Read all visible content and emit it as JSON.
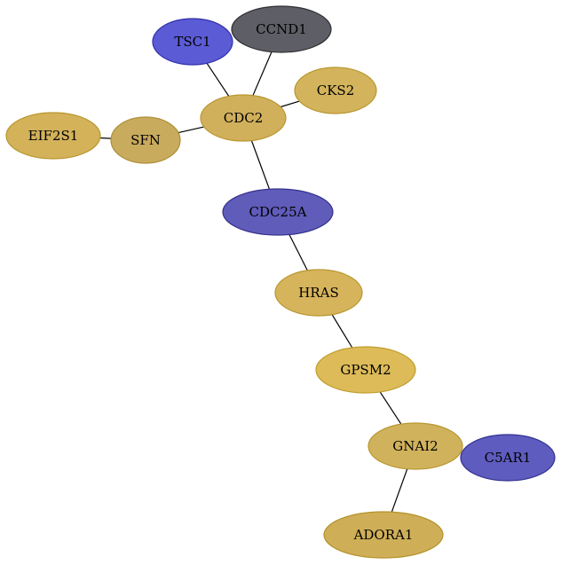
{
  "graph": {
    "nodes": [
      {
        "id": "TSC1",
        "label": "TSC1",
        "fill": "#5b5bd6",
        "stroke": "#3030a8"
      },
      {
        "id": "CCND1",
        "label": "CCND1",
        "fill": "#5e5e66",
        "stroke": "#2e2e33"
      },
      {
        "id": "CKS2",
        "label": "CKS2",
        "fill": "#d3b45c",
        "stroke": "#b8962e"
      },
      {
        "id": "CDC2",
        "label": "CDC2",
        "fill": "#d1b05c",
        "stroke": "#b8962e"
      },
      {
        "id": "EIF2S1",
        "label": "EIF2S1",
        "fill": "#d3b25a",
        "stroke": "#b8962e"
      },
      {
        "id": "SFN",
        "label": "SFN",
        "fill": "#c9ab5e",
        "stroke": "#ad9038"
      },
      {
        "id": "CDC25A",
        "label": "CDC25A",
        "fill": "#5f5cba",
        "stroke": "#34318c"
      },
      {
        "id": "HRAS",
        "label": "HRAS",
        "fill": "#d5b45c",
        "stroke": "#b8962e"
      },
      {
        "id": "GPSM2",
        "label": "GPSM2",
        "fill": "#dcbb58",
        "stroke": "#c09e2c"
      },
      {
        "id": "GNAI2",
        "label": "GNAI2",
        "fill": "#d1b25c",
        "stroke": "#b8962e"
      },
      {
        "id": "C5AR1",
        "label": "C5AR1",
        "fill": "#5e5cbe",
        "stroke": "#33318f"
      },
      {
        "id": "ADORA1",
        "label": "ADORA1",
        "fill": "#cfae58",
        "stroke": "#b3922c"
      }
    ],
    "edges": [
      [
        "TSC1",
        "CDC2"
      ],
      [
        "CCND1",
        "CDC2"
      ],
      [
        "CKS2",
        "CDC2"
      ],
      [
        "SFN",
        "CDC2"
      ],
      [
        "EIF2S1",
        "SFN"
      ],
      [
        "CDC2",
        "CDC25A"
      ],
      [
        "CDC25A",
        "HRAS"
      ],
      [
        "HRAS",
        "GPSM2"
      ],
      [
        "GPSM2",
        "GNAI2"
      ],
      [
        "GNAI2",
        "ADORA1"
      ]
    ]
  }
}
